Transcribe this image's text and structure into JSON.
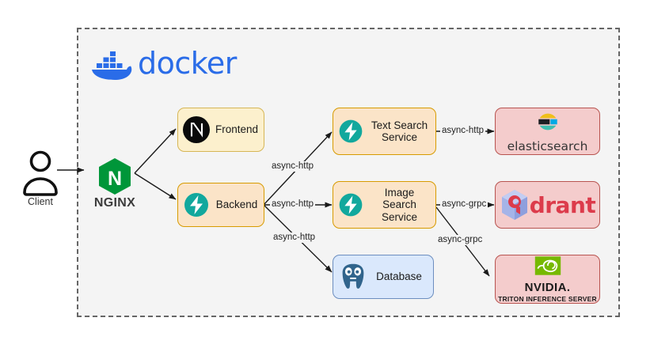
{
  "diagram": {
    "boundary_label": "docker",
    "colors": {
      "docker_blue": "#2a6ce8",
      "nginx_green": "#009639",
      "service_fill": "#fbe4c8",
      "service_stroke": "#d79b00",
      "frontend_fill": "#fcf0cd",
      "frontend_stroke": "#d6b656",
      "db_fill": "#dae8fc",
      "db_stroke": "#6c8ebf",
      "store_fill": "#f4cccc",
      "store_stroke": "#b85450",
      "fastapi_teal": "#12a89d",
      "qdrant_red": "#dc3b4b",
      "nvidia_green": "#76b900",
      "postgres_blue": "#31648c",
      "canvas_bg": "#f4f4f4"
    }
  },
  "external": {
    "client": {
      "label": "Client",
      "icon": "person-icon"
    }
  },
  "gateway": {
    "nginx": {
      "label": "NGINX",
      "icon": "nginx-logo"
    }
  },
  "nodes": [
    {
      "id": "frontend",
      "label": "Frontend",
      "icon": "nextjs-logo"
    },
    {
      "id": "backend",
      "label": "Backend",
      "icon": "fastapi-logo"
    },
    {
      "id": "text-search-service",
      "label": "Text Search\nService",
      "line1": "Text Search",
      "line2": "Service",
      "icon": "fastapi-logo"
    },
    {
      "id": "image-search-service",
      "label": "Image Search\nService",
      "line1": "Image Search",
      "line2": "Service",
      "icon": "fastapi-logo"
    },
    {
      "id": "database",
      "label": "Database",
      "icon": "postgresql-logo"
    }
  ],
  "stores": [
    {
      "id": "elasticsearch",
      "label": "elasticsearch",
      "icon": "elasticsearch-logo"
    },
    {
      "id": "qdrant",
      "label": "drant",
      "full_label": "qdrant",
      "icon": "qdrant-logo"
    },
    {
      "id": "triton",
      "label": "NVIDIA.",
      "sublabel": "TRITON INFERENCE SERVER",
      "icon": "nvidia-logo"
    }
  ],
  "edges": [
    {
      "id": "backend-to-text-search",
      "label": "async-http"
    },
    {
      "id": "backend-to-image-search",
      "label": "async-http"
    },
    {
      "id": "backend-to-database",
      "label": "async-http"
    },
    {
      "id": "text-search-to-elasticsearch",
      "label": "async-http"
    },
    {
      "id": "image-search-to-qdrant",
      "label": "async-grpc"
    },
    {
      "id": "image-search-to-triton",
      "label": "async-grpc"
    }
  ]
}
